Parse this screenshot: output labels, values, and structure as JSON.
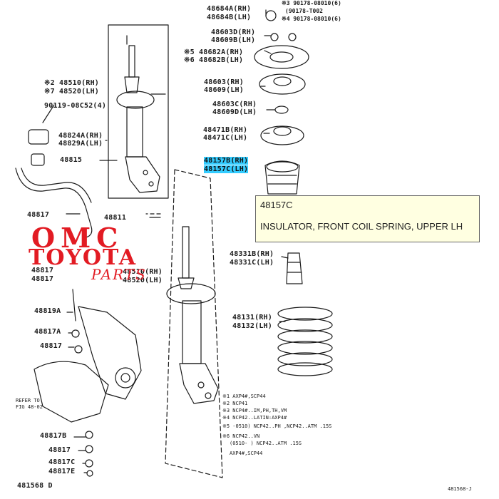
{
  "colors": {
    "highlight": "#33ccff",
    "watermark": "#e21b23",
    "tooltip_bg": "#ffffe1",
    "ink": "#1a1a1a"
  },
  "labels": {
    "p48684A": "48684A(RH)",
    "p48684B": "48684B(LH)",
    "p90178a": "※3 90178-08010(6)",
    "p90178b": "(90178-T002",
    "p90178c": "※4 90178-08010(6)",
    "p48603D": "48603D(RH)",
    "p48609B": "48609B(LH)",
    "p48682A": "※5 48682A(RH)",
    "p48682B": "※6 48682B(LH)",
    "p48603": "48603(RH)",
    "p48609": "48609(LH)",
    "p48603C": "48603C(RH)",
    "p48609D": "48609D(LH)",
    "p48471B": "48471B(RH)",
    "p48471C": "48471C(LH)",
    "p48157B": "48157B(RH)",
    "p48157C": "48157C(LH)",
    "p48510": "※2 48510(RH)",
    "p48520": "※7 48520(LH)",
    "p90119": "90119-08C52(4)",
    "p48824A": "48824A(RH)",
    "p48829A": "48829A(LH)",
    "p48815": "48815",
    "p48817": "48817",
    "p48811": "48811",
    "p48817b": "48817",
    "p48817c": "48817",
    "p48810": "48510(RH)",
    "p48520b": "48520(LH)",
    "p48819A": "48819A",
    "p48817A": "48817A",
    "p48817d": "48817",
    "p48331B": "48331B(RH)",
    "p48331C": "48331C(LH)",
    "p48131": "48131(RH)",
    "p48132": "48132(LH)",
    "p48817B": "48817B",
    "p48817e": "48817",
    "p48817Cx": "48817C",
    "p48817E": "48817E",
    "p481568D": "481568 D",
    "refer1": "REFER TO",
    "refer2": "FIG 48-02",
    "bottom_code": "481568-J"
  },
  "notes": {
    "n1": "※1 AXP4#,SCP44",
    "n2": "※2 NCP41",
    "n3": "※3 NCP4#..IM,PH,TH,VM",
    "n4": "※4 NCP42..LATIN:AXP4#",
    "n5": "※5      -0510) NCP42..PH ,NCP42..ATM .15S",
    "n6": "※6 NCP42..VN",
    "n7": "(0510-      ) NCP42..ATM .15S",
    "n8": "AXP4#,SCP44"
  },
  "tooltip": {
    "code": "48157C",
    "description": "INSULATOR, FRONT COIL SPRING, UPPER LH"
  },
  "watermark": {
    "line1": "OMC",
    "line2": "TOYOTA",
    "line3": "PARTS"
  }
}
